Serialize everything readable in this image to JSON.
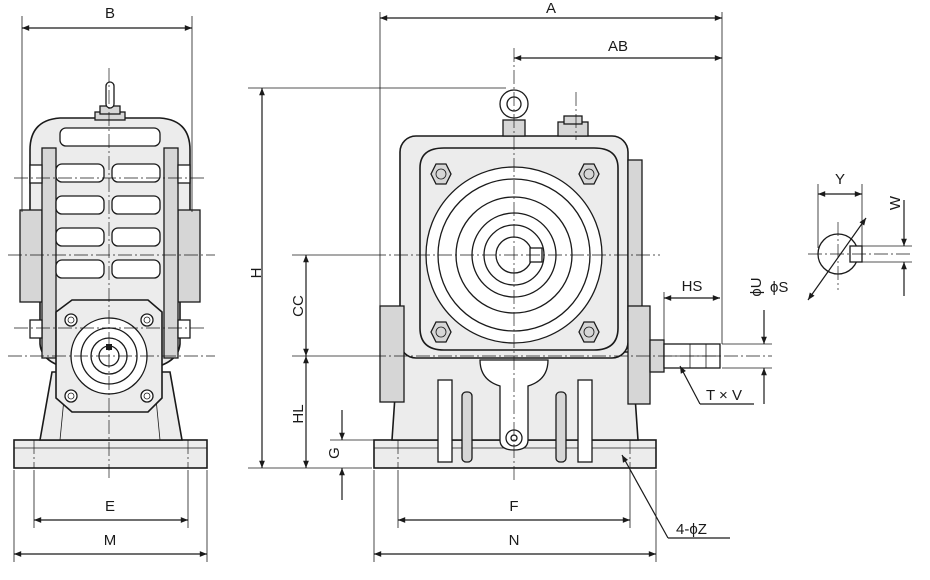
{
  "dimension_labels": {
    "B": "B",
    "A": "A",
    "AB": "AB",
    "H": "H",
    "CC": "CC",
    "HL": "HL",
    "G": "G",
    "E": "E",
    "M": "M",
    "F": "F",
    "N": "N",
    "Z": "4-ϕZ",
    "HS": "HS",
    "U": "ϕU",
    "S": "ϕS",
    "TV": "T × V",
    "Y": "Y",
    "W": "W"
  },
  "icons": {
    "lifting_eye": "lifting-eye-icon",
    "shaft_key": "shaft-key-icon"
  }
}
